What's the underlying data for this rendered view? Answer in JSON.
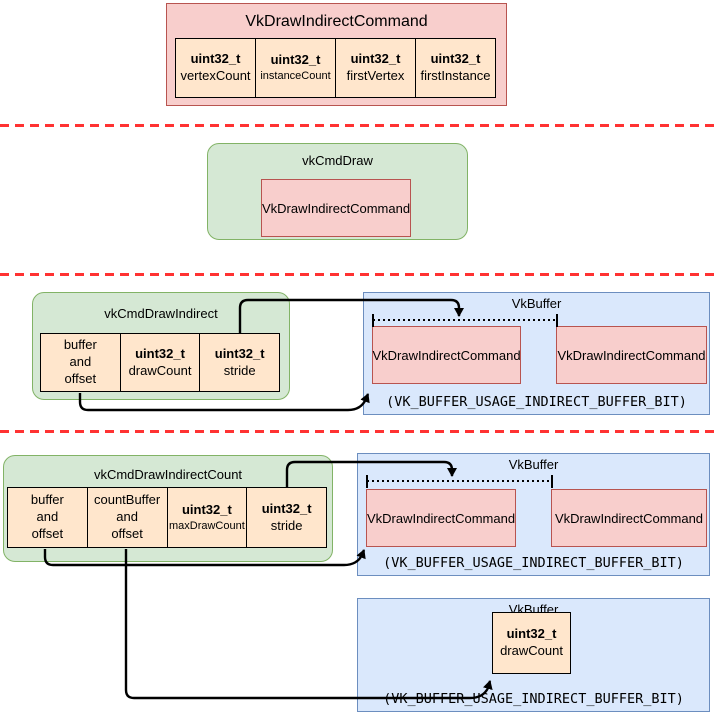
{
  "struct_box": {
    "title": "VkDrawIndirectCommand",
    "fields": [
      {
        "type": "uint32_t",
        "name": "vertexCount"
      },
      {
        "type": "uint32_t",
        "name": "instanceCount"
      },
      {
        "type": "uint32_t",
        "name": "firstVertex"
      },
      {
        "type": "uint32_t",
        "name": "firstInstance"
      }
    ]
  },
  "cmd_draw": {
    "title": "vkCmdDraw",
    "command_label": "VkDrawIndirectCommand"
  },
  "cmd_draw_indirect": {
    "title": "vkCmdDrawIndirect",
    "params": [
      {
        "name": "buffer\nand\noffset"
      },
      {
        "type": "uint32_t",
        "name": "drawCount"
      },
      {
        "type": "uint32_t",
        "name": "stride"
      }
    ],
    "buffer": {
      "title": "VkBuffer",
      "commands": [
        "VkDrawIndirectCommand",
        "VkDrawIndirectCommand"
      ],
      "usage": "(VK_BUFFER_USAGE_INDIRECT_BUFFER_BIT)"
    }
  },
  "cmd_draw_indirect_count": {
    "title": "vkCmdDrawIndirectCount",
    "params": [
      {
        "name": "buffer\nand\noffset"
      },
      {
        "name": "countBuffer\nand\noffset"
      },
      {
        "type": "uint32_t",
        "name": "maxDrawCount"
      },
      {
        "type": "uint32_t",
        "name": "stride"
      }
    ],
    "command_buffer": {
      "title": "VkBuffer",
      "commands": [
        "VkDrawIndirectCommand",
        "VkDrawIndirectCommand"
      ],
      "usage": "(VK_BUFFER_USAGE_INDIRECT_BUFFER_BIT)"
    },
    "count_buffer": {
      "title": "VkBuffer",
      "field": {
        "type": "uint32_t",
        "name": "drawCount"
      },
      "usage": "(VK_BUFFER_USAGE_INDIRECT_BUFFER_BIT)"
    }
  },
  "colors": {
    "struct_fill": "#f8cecc",
    "struct_stroke": "#b85450",
    "command_fill": "#d5e8d4",
    "command_stroke": "#82b366",
    "param_fill": "#ffe6cc",
    "param_stroke": "#000000",
    "buffer_fill": "#dae8fc",
    "buffer_stroke": "#6c8ebf",
    "separator": "#ff3232",
    "arrow": "#000000"
  }
}
